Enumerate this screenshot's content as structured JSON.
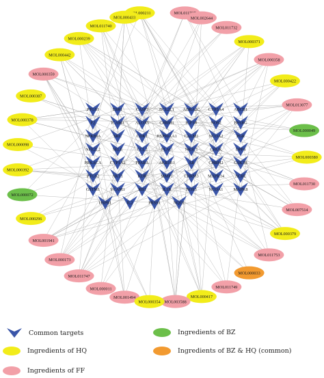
{
  "colors": {
    "hq": "#f2ec1a",
    "ff": "#f2a0a8",
    "bz": "#6cbf4a",
    "common": "#f29a30",
    "target": "#3a55a8",
    "edge": "#9a9a9a"
  },
  "outer_nodes": [
    {
      "id": "MOL000211",
      "type": "hq"
    },
    {
      "id": "MOL011737",
      "type": "ff"
    },
    {
      "id": "MOL000433",
      "type": "hq"
    },
    {
      "id": "MOL002644",
      "type": "ff"
    },
    {
      "id": "MOL011740",
      "type": "hq"
    },
    {
      "id": "MOL011732",
      "type": "ff"
    },
    {
      "id": "MOL000239",
      "type": "hq"
    },
    {
      "id": "MOL000371",
      "type": "hq"
    },
    {
      "id": "MOL000442",
      "type": "hq"
    },
    {
      "id": "MOL000358",
      "type": "ff"
    },
    {
      "id": "MOL000359",
      "type": "ff"
    },
    {
      "id": "MOL000422",
      "type": "hq"
    },
    {
      "id": "MOL000387",
      "type": "hq"
    },
    {
      "id": "MOL013077",
      "type": "ff"
    },
    {
      "id": "MOL000378",
      "type": "hq"
    },
    {
      "id": "MOL000049",
      "type": "bz"
    },
    {
      "id": "MOL000098",
      "type": "hq"
    },
    {
      "id": "MOL000380",
      "type": "hq"
    },
    {
      "id": "MOL000392",
      "type": "hq"
    },
    {
      "id": "MOL011730",
      "type": "ff"
    },
    {
      "id": "MOL000072",
      "type": "bz"
    },
    {
      "id": "MOL007514",
      "type": "ff"
    },
    {
      "id": "MOL000296",
      "type": "hq"
    },
    {
      "id": "MOL000379",
      "type": "hq"
    },
    {
      "id": "MOL001941",
      "type": "ff"
    },
    {
      "id": "MOL011753",
      "type": "ff"
    },
    {
      "id": "MOL000173",
      "type": "ff"
    },
    {
      "id": "MOL000033",
      "type": "common"
    },
    {
      "id": "MOL011747",
      "type": "ff"
    },
    {
      "id": "MOL011749",
      "type": "ff"
    },
    {
      "id": "MOL000011",
      "type": "ff"
    },
    {
      "id": "MOL000417",
      "type": "hq"
    },
    {
      "id": "MOL001494",
      "type": "ff"
    },
    {
      "id": "MOL003588",
      "type": "ff"
    },
    {
      "id": "MOL000354",
      "type": "hq"
    }
  ],
  "targets": [
    [
      "PTGS1",
      "ESR1",
      "CASP3",
      "BCL2L1",
      "ADRA2C",
      "CYP3A4",
      "ABCB1"
    ],
    [
      "F2",
      "ICAM1",
      "ALOX5",
      "CHRM1",
      "IGF1R",
      "NOS2",
      "PPARG"
    ],
    [
      "NFKBIA",
      "SRC",
      "CDK1",
      "HSP90AA1",
      "CALM1",
      "NCOA2",
      "PGR"
    ],
    [
      "NFE2L2",
      "SELE",
      "CCL2",
      "PLAU",
      "NR3C1",
      "CHUK",
      "DPP4"
    ],
    [
      "PRKACA",
      "CYP1A2",
      "PPARA",
      "AKR1B1",
      "AR",
      "CHRM2",
      "GSK3B"
    ],
    [
      "PTGS2",
      "AKT1",
      "KDR",
      "MMP1",
      "CHRM3",
      "MAPK14",
      "ACHE"
    ],
    [
      "GSTM1",
      "VCAM1",
      "RB1",
      "IL1B",
      "NOS3",
      "NCOA1",
      "MAPK8"
    ],
    [
      "HSPB1",
      "IL2",
      "PRSS1",
      "NQO1"
    ]
  ],
  "legend": {
    "common_targets": "Common targets",
    "ingredients_bz": "Ingredients of BZ",
    "ingredients_hq": "Ingredients of HQ",
    "ingredients_bz_hq_common": "Ingredients of BZ & HQ (common)",
    "ingredients_ff": "Ingredients of FF"
  }
}
